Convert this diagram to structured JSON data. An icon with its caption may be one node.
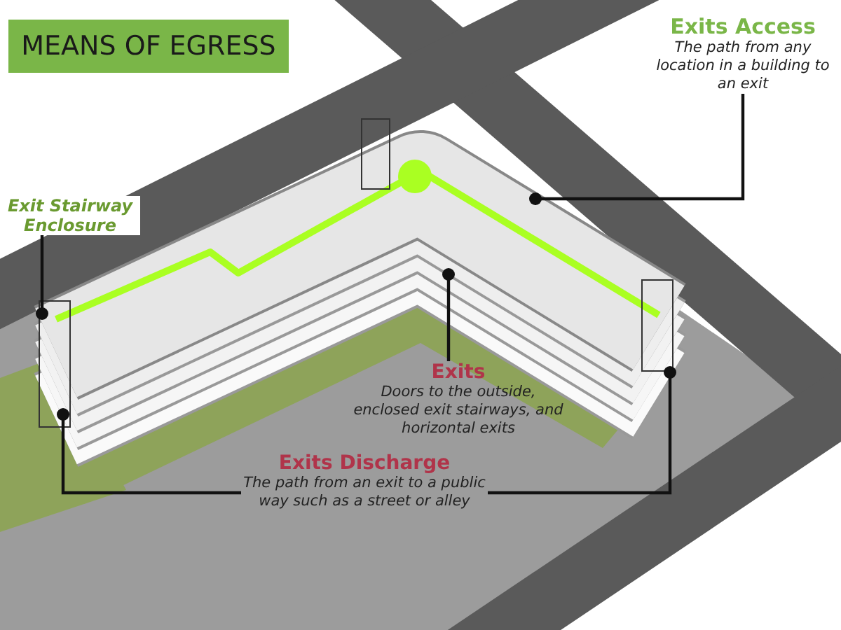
{
  "diagram": {
    "title": "MEANS OF EGRESS",
    "nodes": [
      {
        "text": [
          "Exits Access",
          "The path from any location in a building to an exit"
        ]
      },
      {
        "text": [
          "Exit Stairway Enclosure"
        ]
      },
      {
        "text": [
          "Exits",
          "Doors to the outside, enclosed exit stairways, and horizontal exits"
        ]
      },
      {
        "text": [
          "Exits Discharge",
          "The path from an exit to a public way such as a street or alley"
        ]
      }
    ],
    "edges": [
      {
        "from": 0,
        "to": null,
        "arrow": "other"
      },
      {
        "from": 1,
        "to": null,
        "arrow": "other"
      },
      {
        "from": 2,
        "to": null,
        "arrow": "other"
      },
      {
        "from": 3,
        "to": null,
        "arrow": "other"
      },
      {
        "from": 3,
        "to": null,
        "arrow": "other"
      }
    ]
  }
}
